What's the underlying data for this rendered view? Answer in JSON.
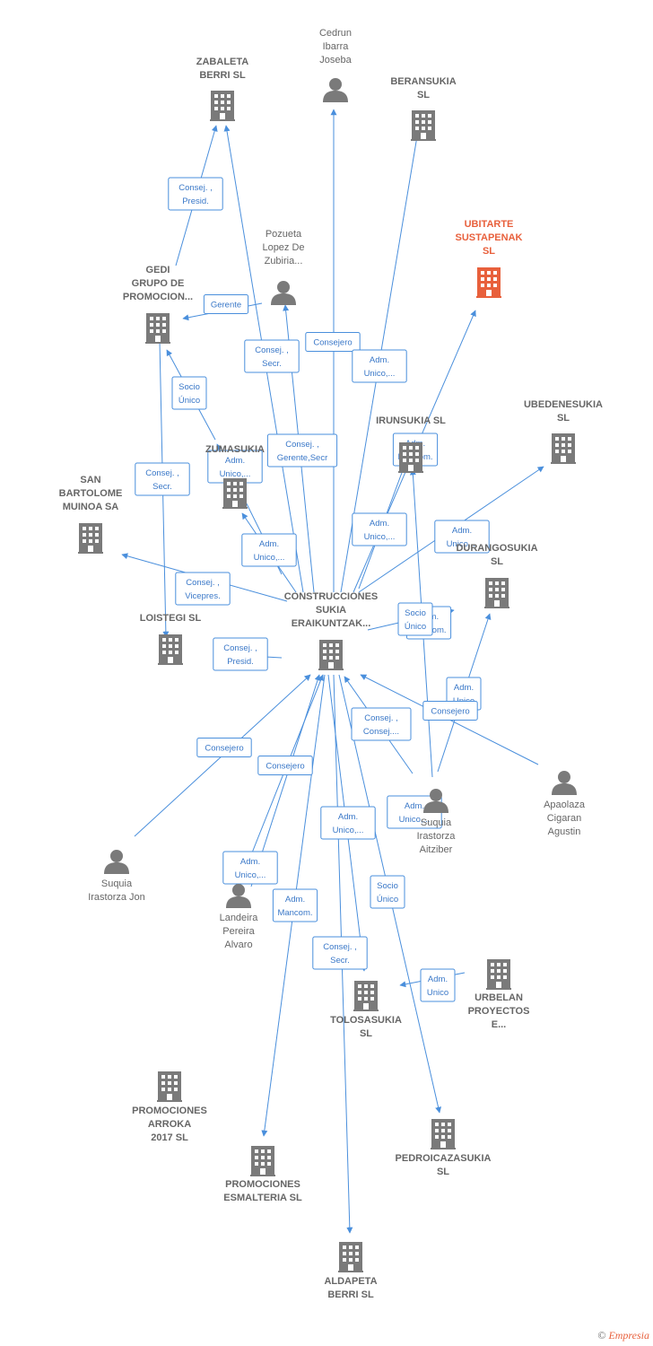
{
  "colors": {
    "edge": "#4a8fdc",
    "building": "#7a7a7a",
    "building_highlight": "#e8603c",
    "person": "#7a7a7a"
  },
  "nodes": [
    {
      "id": "zabaleta",
      "type": "company",
      "lines": [
        "ZABALETA",
        "BERRI SL"
      ]
    },
    {
      "id": "cedrun",
      "type": "person",
      "lines": [
        "Cedrun",
        "Ibarra",
        "Joseba"
      ]
    },
    {
      "id": "beransukia",
      "type": "company",
      "lines": [
        "BERANSUKIA",
        "SL"
      ]
    },
    {
      "id": "ubitarte",
      "type": "company",
      "highlight": true,
      "lines": [
        "UBITARTE",
        "SUSTAPENAK",
        "SL"
      ]
    },
    {
      "id": "pozueta",
      "type": "person",
      "lines": [
        "Pozueta",
        "Lopez De",
        "Zubiria..."
      ]
    },
    {
      "id": "gedi",
      "type": "company",
      "lines": [
        "GEDI",
        "GRUPO DE",
        "PROMOCION..."
      ]
    },
    {
      "id": "irunsukia",
      "type": "company",
      "lines": [
        "IRUNSUKIA  SL"
      ]
    },
    {
      "id": "ubedenesukia",
      "type": "company",
      "lines": [
        "UBEDENESUKIA",
        "SL"
      ]
    },
    {
      "id": "zumasukia",
      "type": "company",
      "lines": [
        "ZUMASUKIA"
      ]
    },
    {
      "id": "sanbartolome",
      "type": "company",
      "lines": [
        "SAN",
        "BARTOLOME",
        "MUINOA SA"
      ]
    },
    {
      "id": "durangosukia",
      "type": "company",
      "lines": [
        "DURANGOSUKIA",
        "SL"
      ]
    },
    {
      "id": "construcciones",
      "type": "company",
      "main": true,
      "lines": [
        "CONSTRUCCIONES",
        "SUKIA",
        "ERAIKUNTZAK..."
      ]
    },
    {
      "id": "loistegi",
      "type": "company",
      "lines": [
        "LOISTEGI SL"
      ]
    },
    {
      "id": "apaolaza",
      "type": "person",
      "lines": [
        "Apaolaza",
        "Cigaran",
        "Agustin"
      ]
    },
    {
      "id": "suquiaaitziber",
      "type": "person",
      "lines": [
        "Suquia",
        "Irastorza",
        "Aitziber"
      ]
    },
    {
      "id": "suquiajon",
      "type": "person",
      "lines": [
        "Suquia",
        "Irastorza Jon"
      ]
    },
    {
      "id": "landeira",
      "type": "person",
      "lines": [
        "Landeira",
        "Pereira",
        "Alvaro"
      ]
    },
    {
      "id": "urbelan",
      "type": "company",
      "lines": [
        "URBELAN",
        "PROYECTOS",
        "E..."
      ]
    },
    {
      "id": "tolosasukia",
      "type": "company",
      "lines": [
        "TOLOSASUKIA",
        "SL"
      ]
    },
    {
      "id": "arroka",
      "type": "company",
      "lines": [
        "PROMOCIONES",
        "ARROKA",
        "2017  SL"
      ]
    },
    {
      "id": "pedroicaza",
      "type": "company",
      "lines": [
        "PEDROICAZASUKIA",
        "SL"
      ]
    },
    {
      "id": "esmalteria",
      "type": "company",
      "lines": [
        "PROMOCIONES",
        "ESMALTERIA SL"
      ]
    },
    {
      "id": "aldapeta",
      "type": "company",
      "lines": [
        "ALDAPETA",
        "BERRI  SL"
      ]
    }
  ],
  "edges": [
    {
      "id": "e1",
      "lines": [
        "Consej. ,",
        "Presid."
      ]
    },
    {
      "id": "e2",
      "lines": [
        "Gerente"
      ]
    },
    {
      "id": "e3",
      "lines": [
        "Consej. ,",
        "Secr."
      ]
    },
    {
      "id": "e4",
      "lines": [
        "Consejero"
      ]
    },
    {
      "id": "e5",
      "lines": [
        "Adm.",
        "Unico,..."
      ]
    },
    {
      "id": "e6",
      "lines": [
        "Socio",
        "Único"
      ]
    },
    {
      "id": "e7",
      "lines": [
        "Consej. ,",
        "Gerente,Secr"
      ]
    },
    {
      "id": "e8",
      "lines": [
        "Adm.",
        "Mancom."
      ]
    },
    {
      "id": "e9",
      "lines": [
        "Adm.",
        "Unico,..."
      ]
    },
    {
      "id": "e10",
      "lines": [
        "Consej. ,",
        "Secr."
      ]
    },
    {
      "id": "e11",
      "lines": [
        "Adm.",
        "Unico,..."
      ]
    },
    {
      "id": "e12",
      "lines": [
        "Adm.",
        "Unico,..."
      ]
    },
    {
      "id": "e13",
      "lines": [
        "Adm.",
        "Unico,..."
      ]
    },
    {
      "id": "e14",
      "lines": [
        "Consej. ,",
        "Vicepres."
      ]
    },
    {
      "id": "e15",
      "lines": [
        "Adm.",
        "Mancom."
      ]
    },
    {
      "id": "e16",
      "lines": [
        "Socio",
        "Único"
      ]
    },
    {
      "id": "e17",
      "lines": [
        "Consej. ,",
        "Presid."
      ]
    },
    {
      "id": "e18",
      "lines": [
        "Adm.",
        "Unico"
      ]
    },
    {
      "id": "e19",
      "lines": [
        "Consejero"
      ]
    },
    {
      "id": "e20",
      "lines": [
        "Consej. ,",
        "Consej...."
      ]
    },
    {
      "id": "e21",
      "lines": [
        "Consejero"
      ]
    },
    {
      "id": "e22",
      "lines": [
        "Consejero"
      ]
    },
    {
      "id": "e23",
      "lines": [
        "Adm.",
        "Unico,..."
      ]
    },
    {
      "id": "e24",
      "lines": [
        "Adm.",
        "Unico,..."
      ]
    },
    {
      "id": "e25",
      "lines": [
        "Adm.",
        "Unico,..."
      ]
    },
    {
      "id": "e26",
      "lines": [
        "Adm.",
        "Mancom."
      ]
    },
    {
      "id": "e27",
      "lines": [
        "Socio",
        "Único"
      ]
    },
    {
      "id": "e28",
      "lines": [
        "Consej. ,",
        "Secr."
      ]
    },
    {
      "id": "e29",
      "lines": [
        "Adm.",
        "Unico"
      ]
    }
  ],
  "footer": {
    "copyright": "©",
    "brand": "Empresia"
  }
}
